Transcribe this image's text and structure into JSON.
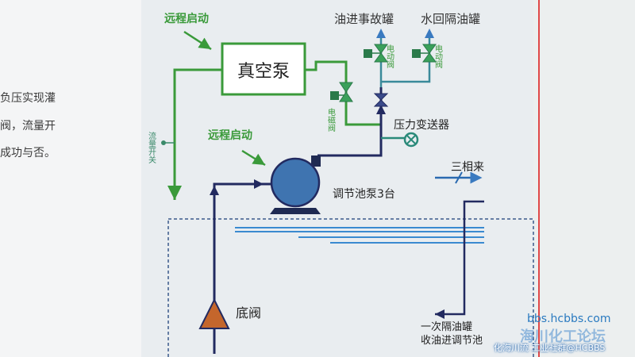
{
  "side_text": [
    "负压实现灌",
    "阀，流量开",
    "成功与否。"
  ],
  "labels": {
    "remote_start_top": "远程启动",
    "remote_start_mid": "远程启动",
    "vacuum_pump": "真空泵",
    "oil_to_accident_tank": "油进事故罐",
    "water_back_to_separator": "水回隔油罐",
    "electric_valve_1": "电动阀",
    "electric_valve_2": "电动阀",
    "solenoid_valve": "电磁阀",
    "pressure_transmitter": "压力变送器",
    "flow_switch": "流量开关",
    "three_phase": "三相来",
    "regulating_pumps": "调节池泵3台",
    "foot_valve": "底阀",
    "bottom_right_1": "一次隔油罐",
    "bottom_right_2": "收油进调节池"
  },
  "watermark": {
    "url": "bbs.hcbbs.com",
    "forum": "海川化工论坛",
    "community": "化海川流 工业社群@HCBBS"
  },
  "colors": {
    "green": "#3a9a3a",
    "navy": "#222a60",
    "pump_blue": "#3f74b0",
    "foot_valve": "#c4662c",
    "blue_lines": "#3a8ad0",
    "dashed": "#3a5a8a"
  }
}
